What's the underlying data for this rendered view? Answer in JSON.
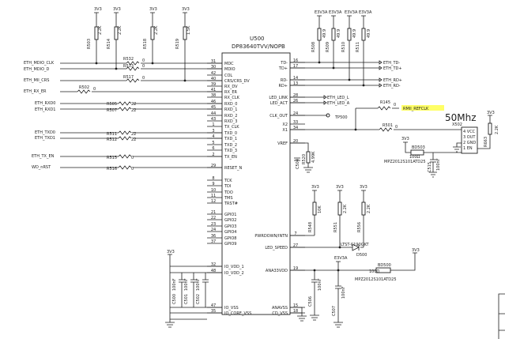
{
  "ic": {
    "ref": "U500",
    "part": "DP83640TVV/NOPB",
    "left_pins": [
      {
        "name": "MDC",
        "num": "31"
      },
      {
        "name": "MDIO",
        "num": "30"
      },
      {
        "name": "COL",
        "num": "42"
      },
      {
        "name": "CRS/CRS_DV",
        "num": "40"
      },
      {
        "name": "RX_DV",
        "num": "39"
      },
      {
        "name": "RX_ER",
        "num": "41"
      },
      {
        "name": "RX_CLK",
        "num": "38"
      },
      {
        "name": "RXD_0",
        "num": "46"
      },
      {
        "name": "RXD_1",
        "num": "45"
      },
      {
        "name": "RXD_2",
        "num": "44"
      },
      {
        "name": "RXD_3",
        "num": "43"
      },
      {
        "name": "TX_CLK",
        "num": "1"
      },
      {
        "name": "TXD_0",
        "num": "3"
      },
      {
        "name": "TXD_1",
        "num": "4"
      },
      {
        "name": "TXD_2",
        "num": "5"
      },
      {
        "name": "TXD_3",
        "num": "6"
      },
      {
        "name": "TX_EN",
        "num": "2"
      },
      {
        "name": "RESET_N",
        "num": "29"
      },
      {
        "name": "TCK",
        "num": "8"
      },
      {
        "name": "TDI",
        "num": "9"
      },
      {
        "name": "TDO",
        "num": "10"
      },
      {
        "name": "TMS",
        "num": "11"
      },
      {
        "name": "TRST#",
        "num": "12"
      },
      {
        "name": "GPIO1",
        "num": "21"
      },
      {
        "name": "GPIO2",
        "num": "22"
      },
      {
        "name": "GPIO3",
        "num": "23"
      },
      {
        "name": "GPIO4",
        "num": "24"
      },
      {
        "name": "GPIO8",
        "num": "36"
      },
      {
        "name": "GPIO9",
        "num": "37"
      },
      {
        "name": "IO_VDD_1",
        "num": "32"
      },
      {
        "name": "IO_VDD_2",
        "num": "48"
      },
      {
        "name": "IO_VSS",
        "num": "47"
      },
      {
        "name": "IO_CORE_VSS",
        "num": "35"
      }
    ],
    "right_pins": [
      {
        "name": "TD-",
        "num": "16"
      },
      {
        "name": "TD+",
        "num": "17"
      },
      {
        "name": "RD-",
        "num": "14"
      },
      {
        "name": "RD+",
        "num": "13"
      },
      {
        "name": "LED_LINK",
        "num": "28"
      },
      {
        "name": "LED_ACT",
        "num": "26"
      },
      {
        "name": "CLK_OUT",
        "num": "24"
      },
      {
        "name": "X2",
        "num": "33"
      },
      {
        "name": "X1",
        "num": "34"
      },
      {
        "name": "VREF",
        "num": "20"
      },
      {
        "name": "PWRDOWN/INTN",
        "num": "7"
      },
      {
        "name": "LED_SPEED",
        "num": "27"
      },
      {
        "name": "ANA33VDD",
        "num": "19"
      },
      {
        "name": "ANAVSS",
        "num": "15"
      },
      {
        "name": "CD_VSS",
        "num": "18"
      }
    ]
  },
  "pullups": [
    {
      "rail": "3V3",
      "ref": "R503",
      "val": "2.2K"
    },
    {
      "rail": "3V3",
      "ref": "R514",
      "val": "2.2K"
    },
    {
      "rail": "3V3",
      "ref": "R518",
      "val": "2.2K"
    },
    {
      "rail": "3V3",
      "ref": "R519",
      "val": "1.5K"
    }
  ],
  "series_resistors": [
    {
      "ref": "R532",
      "val": "0"
    },
    {
      "ref": "R533",
      "val": "0"
    },
    {
      "ref": "R517",
      "val": "0"
    },
    {
      "ref": "R502",
      "val": "0"
    },
    {
      "ref": "R505",
      "val": "22"
    },
    {
      "ref": "R507",
      "val": "22"
    },
    {
      "ref": "R511",
      "val": "22"
    },
    {
      "ref": "R512",
      "val": "22"
    },
    {
      "ref": "R515",
      "val": "0"
    },
    {
      "ref": "R516",
      "val": "0"
    }
  ],
  "left_nets": [
    "ETH_MDIO_CLK",
    "ETH_MDIO_D",
    "ETH_MII_CRS",
    "ETH_RX_ER",
    "ETH_RXD0",
    "ETH_RXD1",
    "ETH_TXD0",
    "ETH_TXD1",
    "ETH_TX_EN",
    "WD_nRST"
  ],
  "right_nets": [
    "ETH_TD-",
    "ETH_TD+",
    "ETH_RD+",
    "ETH_RD-",
    "ETH_LED_L",
    "ETH_LED_A",
    "RMII_REFCLK"
  ],
  "term_resistors": [
    {
      "rail": "E3V3A",
      "ref": "R508",
      "val": "49.9"
    },
    {
      "rail": "E3V3A",
      "ref": "R509",
      "val": "49.9"
    },
    {
      "rail": "E3V3A",
      "ref": "R510",
      "val": "49.9"
    },
    {
      "rail": "E3V3A",
      "ref": "R511",
      "val": "49.9"
    }
  ],
  "misc": {
    "r_clk": "R145",
    "r_clk_val": "0",
    "tp": "TP500",
    "r_x1": "R501",
    "r_x1_val": "0",
    "osc_ref": "X502",
    "osc_freq": "50Mhz",
    "osc_pins": [
      "4 VCC",
      "3 OUT",
      "2 GND",
      "1 EN"
    ],
    "r_osc": "R663",
    "r_osc_val": "2.2K",
    "bead1_ref": "BD503",
    "bead1_val": "100Ω",
    "bead_part": "MPZ2012S101ATD25",
    "c_osc": "C515",
    "c_osc_val": "100nF",
    "r_vref": "R520",
    "r_vref_val": "4.99K",
    "c_vref": "C504",
    "r_pd": "R548",
    "r_pd_val": "10K",
    "r_led1": "R551",
    "r_led1_val": "2.2K",
    "r_led2": "R556",
    "r_led2_val": "2.2K",
    "led_part": "LTST-C190GKT",
    "led_ref": "D500",
    "bead2_ref": "BD500",
    "bead2_val": "100Ω",
    "c_ana1": "C506",
    "c_ana1_val": "100nF",
    "c_ana2": "C507",
    "c_ana2_val": "100nF",
    "caps_io": [
      {
        "ref": "C500",
        "val": "100nF"
      },
      {
        "ref": "C501",
        "val": "100nF"
      },
      {
        "ref": "C502",
        "val": "100nF"
      }
    ],
    "rail_3v3": "3V3",
    "rail_e3v3a": "E3V3A"
  }
}
